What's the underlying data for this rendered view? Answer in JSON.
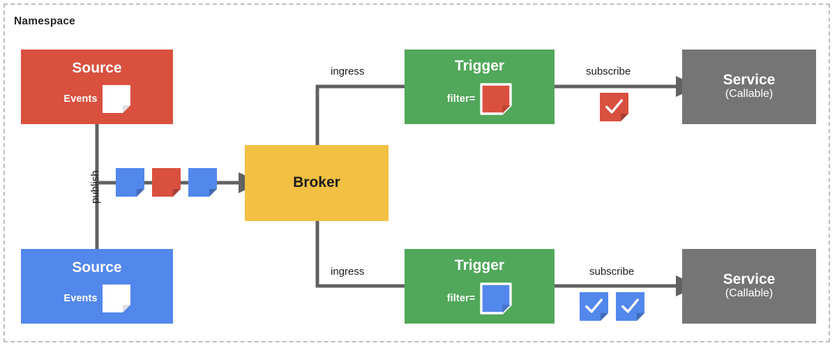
{
  "diagram": {
    "namespace_label": "Namespace",
    "colors": {
      "source_red": "#d9503f",
      "source_blue": "#5287eb",
      "trigger_green": "#51a75a",
      "broker_yellow": "#f2c043",
      "service_gray": "#757575",
      "connector_gray": "#616161",
      "frame_dashed": "#bdbdbd",
      "card_white": "#ffffff"
    },
    "nodes": {
      "source_red": {
        "title": "Source",
        "events_label": "Events",
        "event_card_color": "#ffffff"
      },
      "source_blue": {
        "title": "Source",
        "events_label": "Events",
        "event_card_color": "#ffffff"
      },
      "broker": {
        "title": "Broker"
      },
      "trigger_top": {
        "title": "Trigger",
        "filter_label": "filter=",
        "filter_card_color": "#d9503f"
      },
      "trigger_bottom": {
        "title": "Trigger",
        "filter_label": "filter=",
        "filter_card_color": "#5287eb"
      },
      "service_top": {
        "title": "Service",
        "subtitle": "(Callable)"
      },
      "service_bottom": {
        "title": "Service",
        "subtitle": "(Callable)"
      }
    },
    "edges": {
      "publish": "publish",
      "ingress_top": "ingress",
      "ingress_bottom": "ingress",
      "subscribe_top": "subscribe",
      "subscribe_bottom": "subscribe"
    },
    "event_stream": [
      {
        "color": "#5287eb",
        "check": false
      },
      {
        "color": "#d9503f",
        "check": false
      },
      {
        "color": "#5287eb",
        "check": false
      }
    ],
    "delivered_top": [
      {
        "color": "#d9503f",
        "check": true
      }
    ],
    "delivered_bottom": [
      {
        "color": "#5287eb",
        "check": true
      },
      {
        "color": "#5287eb",
        "check": true
      }
    ]
  }
}
